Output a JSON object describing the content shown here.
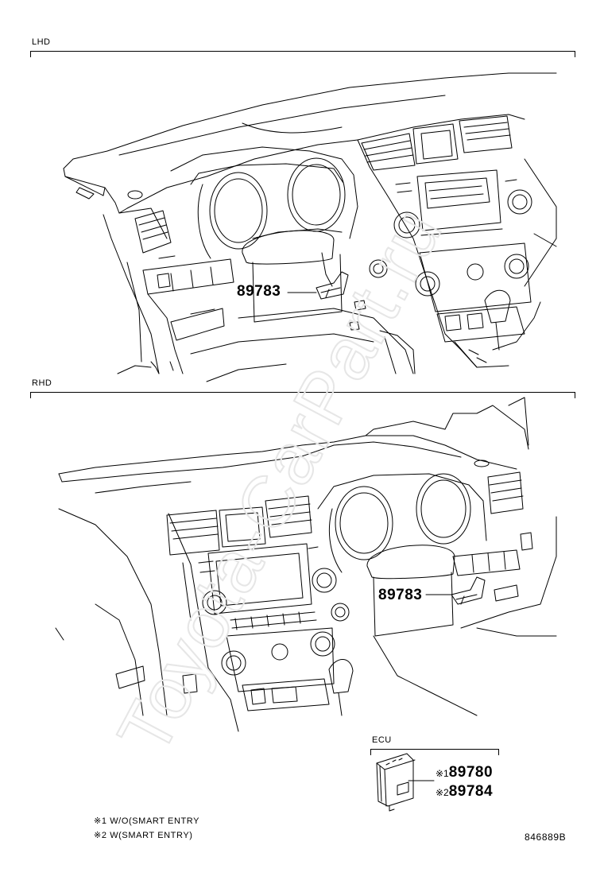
{
  "lhd": {
    "label": "LHD",
    "part_number": "89783"
  },
  "rhd": {
    "label": "RHD",
    "part_number": "89783"
  },
  "ecu": {
    "label": "ECU",
    "parts": [
      {
        "marker": "※1",
        "number": "89780"
      },
      {
        "marker": "※2",
        "number": "89784"
      }
    ]
  },
  "notes": [
    "※1 W/O(SMART ENTRY",
    "※2 W(SMART ENTRY)"
  ],
  "illustration_code": "846889B",
  "watermark": "Toyota-CarPart.ru"
}
